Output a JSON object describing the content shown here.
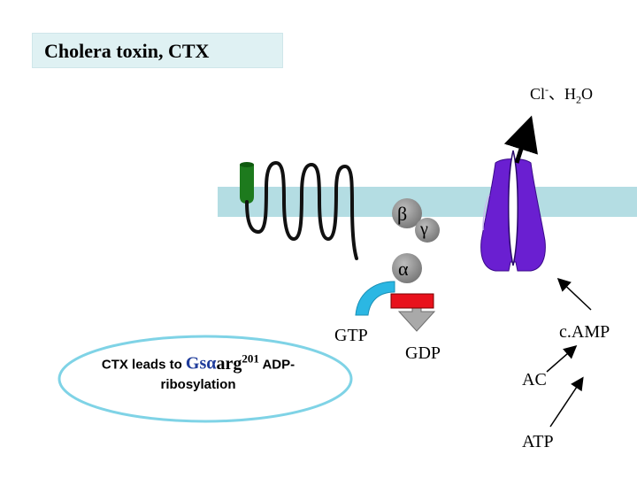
{
  "title": "Cholera toxin, CTX",
  "labels": {
    "ion_cl": "Cl",
    "ion_cl_sup": "-",
    "ion_sep": "、",
    "ion_h": "H",
    "ion_h_sub": "2",
    "ion_o": "O",
    "beta": "β",
    "gamma": "γ",
    "alpha": "α",
    "gtp": "GTP",
    "gdp": "GDP",
    "camp": "c.AMP",
    "ac": "AC",
    "atp": "ATP"
  },
  "callout": {
    "prefix": "CTX leads to ",
    "gs": "Gsα",
    "arg": "arg",
    "arg_sup": "201",
    "suffix": " ADP-",
    "line2": "ribosylation"
  },
  "colors": {
    "membrane": "#b4dde3",
    "receptor_cap": "#1d7a1d",
    "channel": "#6a1fd1",
    "subunit_fill": "#8c8c8c",
    "red_bar": "#e8121c",
    "callout_border": "#7fd3e6",
    "title_bg": "#dff1f3"
  }
}
